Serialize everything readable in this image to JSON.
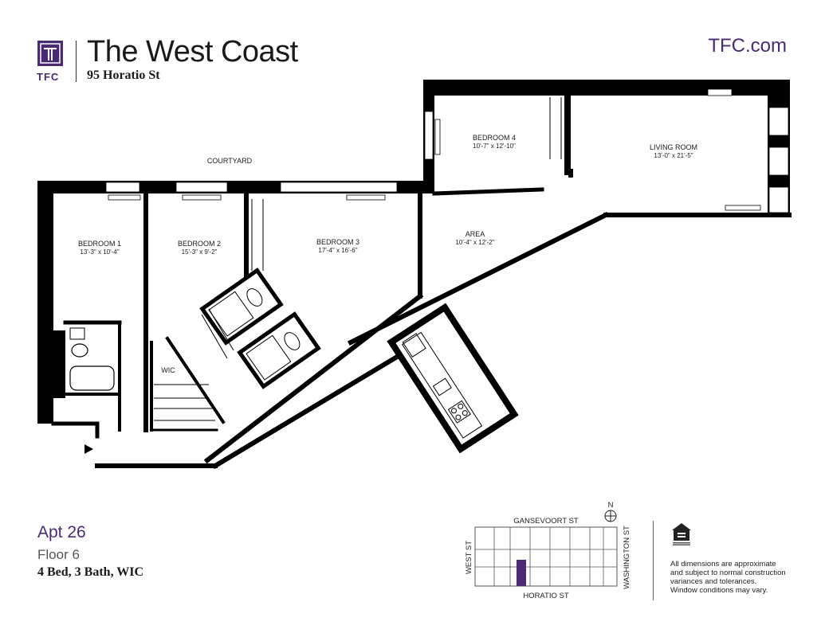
{
  "header": {
    "brand_mark": "TFC",
    "title": "The West Coast",
    "address": "95 Horatio St",
    "website": "TFC.com"
  },
  "rooms": {
    "bedroom1": {
      "name": "BEDROOM 1",
      "dim": "13'-3\" x 10'-4\""
    },
    "bedroom2": {
      "name": "BEDROOM 2",
      "dim": "15'-3\" x 9'-2\""
    },
    "bedroom3": {
      "name": "BEDROOM 3",
      "dim": "17'-4\" x 16'-6\""
    },
    "bedroom4": {
      "name": "BEDROOM 4",
      "dim": "10'-7\" x 12'-10\""
    },
    "living": {
      "name": "LIVING ROOM",
      "dim": "13'-0\" x 21'-5\""
    },
    "area": {
      "name": "AREA",
      "dim": "10'-4\" x 12'-2\""
    },
    "wic": {
      "name": "WIC"
    },
    "courtyard": {
      "name": "COURTYARD"
    }
  },
  "unit": {
    "apt": "Apt 26",
    "floor": "Floor 6",
    "summary": "4 Bed, 3 Bath, WIC"
  },
  "keyplan": {
    "north": "N",
    "streets": {
      "top": "GANSEVOORT ST",
      "bottom": "HORATIO ST",
      "left": "WEST ST",
      "right": "WASHINGTON ST"
    },
    "highlight_color": "#4a2a73"
  },
  "footer": {
    "disclaimer_lines": [
      "All dimensions are approximate",
      "and subject to normal construction",
      "variances and tolerances.",
      "Window conditions may vary."
    ],
    "equal_housing_icon": "equal-housing-opportunity-icon"
  },
  "colors": {
    "brand": "#4a2a73",
    "wall": "#000000"
  }
}
